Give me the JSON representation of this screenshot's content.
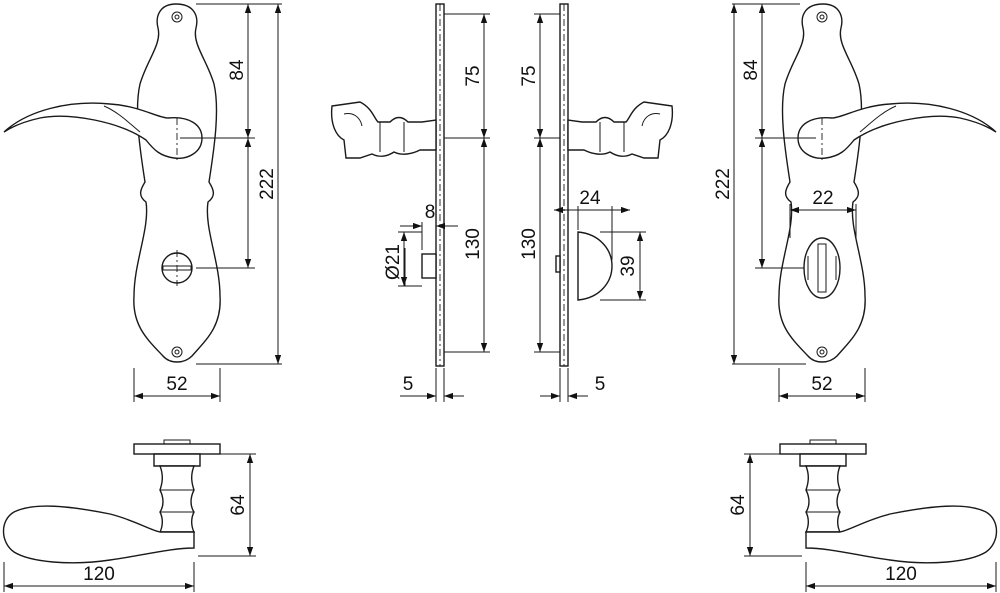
{
  "dimensions": {
    "front_left": {
      "width": "52",
      "upper_spacing": "84",
      "spacing": "222"
    },
    "side_left": {
      "upper": "75",
      "lower": "130",
      "offset": "8",
      "diameter": "Ø21",
      "thickness": "5"
    },
    "side_right": {
      "upper": "75",
      "lower": "130",
      "width": "24",
      "height": "39",
      "thickness": "5"
    },
    "front_right": {
      "upper_spacing": "84",
      "spacing": "222",
      "turn_width": "22",
      "width": "52"
    },
    "top_left": {
      "height": "64",
      "length": "120"
    },
    "top_right": {
      "height": "64",
      "length": "120"
    }
  }
}
